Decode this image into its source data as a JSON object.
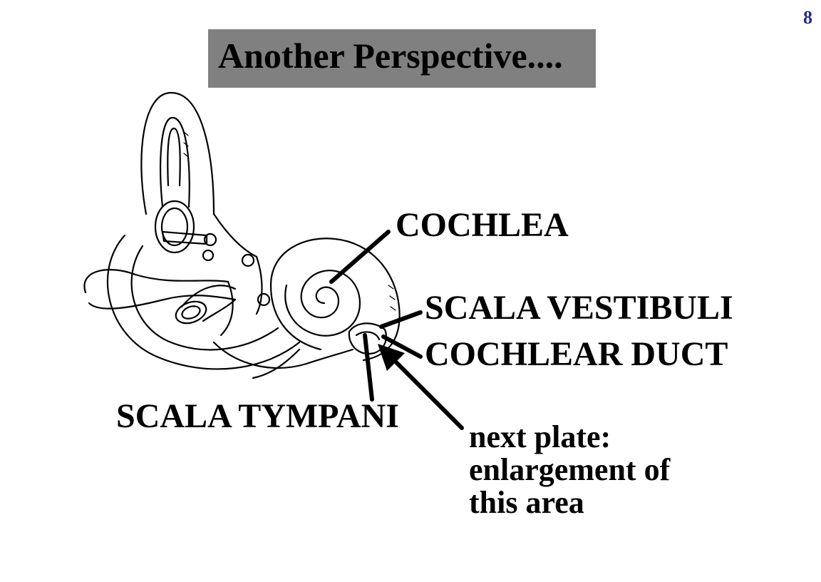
{
  "page_number": "8",
  "title": "Another Perspective....",
  "labels": {
    "cochlea": "COCHLEA",
    "scala_vestibuli": "SCALA VESTIBULI",
    "cochlear_duct": "COCHLEAR DUCT",
    "scala_tympani": "SCALA TYMPANI",
    "note_line1": "next plate:",
    "note_line2": "enlargement of",
    "note_line3": "this area"
  }
}
